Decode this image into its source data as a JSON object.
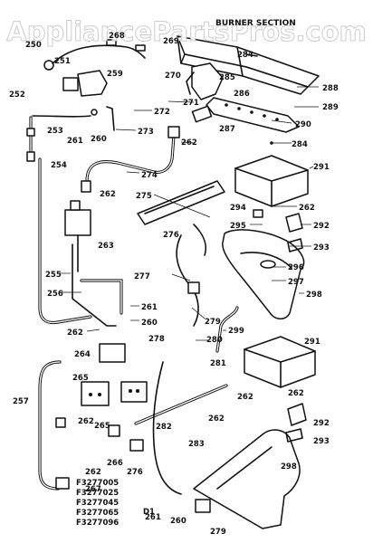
{
  "watermark": "AppliancePartsPros.com",
  "section_title": "BURNER SECTION",
  "part_labels": {
    "p250": "250",
    "p251": "251",
    "p252": "252",
    "p253": "253",
    "p254": "254",
    "p255": "255",
    "p256": "256",
    "p257": "257",
    "p259": "259",
    "p260a": "260",
    "p260b": "260",
    "p260c": "260",
    "p261a": "261",
    "p261b": "261",
    "p261c": "261",
    "p262a": "262",
    "p262b": "262",
    "p262c": "262",
    "p262d": "262",
    "p262e": "262",
    "p262f": "262",
    "p262g": "262",
    "p262h": "262",
    "p262i": "262",
    "p263": "263",
    "p264": "264",
    "p265a": "265",
    "p265b": "265",
    "p266": "266",
    "p267": "267",
    "p268": "268",
    "p269": "269",
    "p270": "270",
    "p271": "271",
    "p272": "272",
    "p273": "273",
    "p274": "274",
    "p275": "275",
    "p276a": "276",
    "p276b": "276",
    "p277": "277",
    "p278": "278",
    "p279a": "279",
    "p279b": "279",
    "p280": "280",
    "p281": "281",
    "p282": "282",
    "p283": "283",
    "p284a": "284",
    "p284b": "284",
    "p285": "285",
    "p286": "286",
    "p287": "287",
    "p288": "288",
    "p289": "289",
    "p290": "290",
    "p291a": "291",
    "p291b": "291",
    "p292a": "292",
    "p292b": "292",
    "p293a": "293",
    "p293b": "293",
    "p294": "294",
    "p295": "295",
    "p296": "296",
    "p297": "297",
    "p298a": "298",
    "p298b": "298",
    "p299": "299"
  },
  "model_numbers": [
    "F3277005",
    "F3277025",
    "F3277045",
    "F3277065",
    "F3277096"
  ],
  "diagram_code": "D1"
}
